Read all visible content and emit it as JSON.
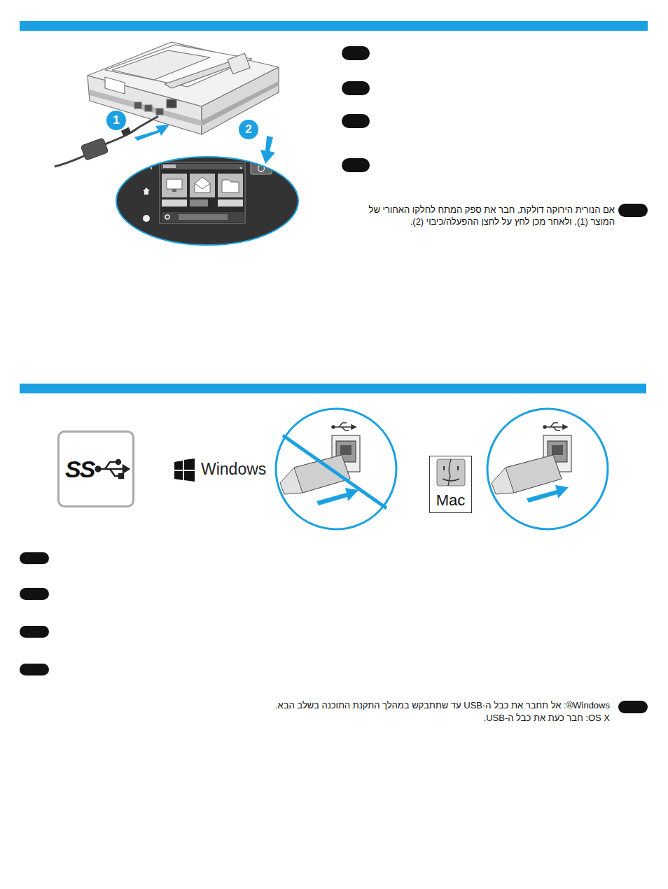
{
  "diagram": {
    "nodes": [
      {
        "text": [
          "1"
        ]
      },
      {
        "text": [
          "2"
        ]
      },
      {
        "text": [
          "SS"
        ]
      },
      {
        "text": [
          "Mac"
        ]
      }
    ],
    "labels": [
      "Windows",
      "אם הנורית הירוקה דולקת, חבר את ספק המתח לחלקו האחורי של המוצר (1), ולאחר מכן לחץ על לחצן ההפעלה/כיבוי (2).",
      "Windows®: אל תחבר את כבל ה-USB עד שתתבקש במהלך התקנת התוכנה בשלב הבא.",
      "OS X: חבר כעת את כבל ה-USB."
    ]
  }
}
